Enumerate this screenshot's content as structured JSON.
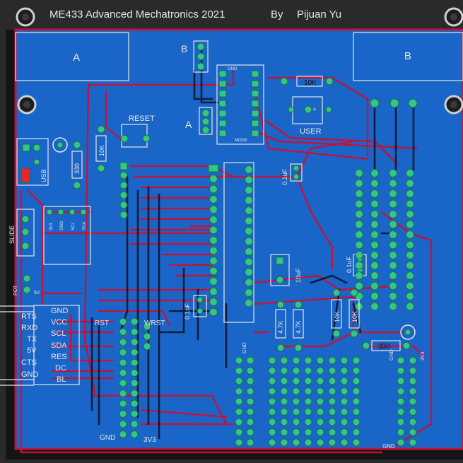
{
  "board": {
    "title": "ME433 Advanced Mechatronics 2021",
    "author_prefix": "By",
    "author": "Pijuan Yu",
    "colors": {
      "background": "#2a2a2a",
      "copper": "#1a66c8",
      "top_trace": "#c0143c",
      "bottom_trace": "#101c3a",
      "pad": "#33c58a",
      "silk": "#e6e6e6"
    }
  },
  "labels": {
    "motor_a": "A",
    "motor_b": "B",
    "conn_b": "B",
    "conn_a": "A",
    "reset": "RESET",
    "user": "USER",
    "usb": "USB",
    "slide": "SLIDE",
    "r10k_top": "10K",
    "r10k_v": "10K",
    "r330_v": "330",
    "cap_01_top": "0.1uF",
    "cap_01_mid": "0.1uF",
    "cap_10": "10uF",
    "cap_01_left": "0.1uF",
    "r47k_a": "4.7K",
    "r47k_b": "4.7K",
    "r10k_c": "10K",
    "r10k_d": "10K",
    "r330_h": "330",
    "gnd_left": "GND",
    "v3v3_bottom": "3V3",
    "rst": "RST",
    "wrst": "WRST",
    "gnd_bottom_right": "GND",
    "gnd_strip_a": "GND",
    "gnd_strip_b": "GND",
    "v3_strip": "3V3",
    "gnd_chip": "GND",
    "mode": "MODE",
    "pot": "POT",
    "v5_small": "5V"
  },
  "ftdi": {
    "left": [
      "RTS",
      "RXD",
      "TX",
      "5V",
      "CTS",
      "GND"
    ],
    "right": [
      "GND",
      "VCC",
      "SCL",
      "SDA",
      "RES",
      "DC",
      "BL"
    ]
  },
  "imu": [
    "3V3",
    "GND",
    "SCL",
    "SDA"
  ]
}
